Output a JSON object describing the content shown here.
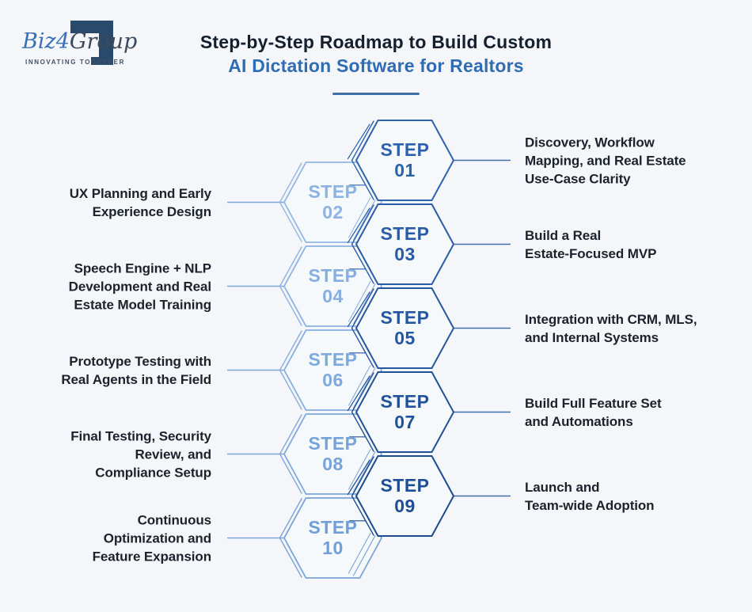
{
  "logo": {
    "brand_primary": "Biz",
    "brand_digit": "4",
    "brand_secondary": "Group",
    "tagline": "INNOVATING TOGETHER",
    "mark_color": "#2a4a6b",
    "brand_blue": "#3a70b6",
    "brand_dark": "#3d4a5c"
  },
  "header": {
    "title_line1": "Step-by-Step Roadmap to Build Custom",
    "title_line2": "AI Dictation Software for Realtors",
    "title_line1_color": "#151f2d",
    "title_line2_color": "#2f6cb4",
    "underline_color": "#3f6da8"
  },
  "diagram": {
    "step_word": "STEP",
    "colors": {
      "background": "#f4f6f9",
      "hex_fill": "#f6f9fc",
      "dark_stroke_from": "#3063ae",
      "dark_stroke_to": "#1d4b8f",
      "light_stroke_from": "#93b7e6",
      "light_stroke_to": "#7aa3d9",
      "dark_text_from": "#2d60ad",
      "dark_text_to": "#1d4d92",
      "light_text_from": "#8db3e4",
      "light_text_to": "#6f9ed8",
      "connector_left": "#7ea6d8",
      "connector_right": "#4470ad",
      "description_color": "#1c222b"
    },
    "steps": [
      {
        "number": "01",
        "side": "right",
        "description_lines": [
          "Discovery, Workflow",
          "Mapping, and Real Estate",
          "Use-Case Clarity"
        ]
      },
      {
        "number": "02",
        "side": "left",
        "description_lines": [
          "UX Planning and Early",
          "Experience Design"
        ]
      },
      {
        "number": "03",
        "side": "right",
        "description_lines": [
          "Build a Real",
          "Estate-Focused MVP"
        ]
      },
      {
        "number": "04",
        "side": "left",
        "description_lines": [
          "Speech Engine + NLP",
          "Development and Real",
          "Estate Model Training"
        ]
      },
      {
        "number": "05",
        "side": "right",
        "description_lines": [
          "Integration with CRM, MLS,",
          "and Internal Systems"
        ]
      },
      {
        "number": "06",
        "side": "left",
        "description_lines": [
          "Prototype Testing with",
          "Real Agents in the Field"
        ]
      },
      {
        "number": "07",
        "side": "right",
        "description_lines": [
          "Build Full Feature Set",
          "and Automations"
        ]
      },
      {
        "number": "08",
        "side": "left",
        "description_lines": [
          "Final Testing, Security",
          "Review, and",
          "Compliance Setup"
        ]
      },
      {
        "number": "09",
        "side": "right",
        "description_lines": [
          "Launch and",
          "Team-wide Adoption"
        ]
      },
      {
        "number": "10",
        "side": "left",
        "description_lines": [
          "Continuous",
          "Optimization and",
          "Feature Expansion"
        ]
      }
    ]
  }
}
